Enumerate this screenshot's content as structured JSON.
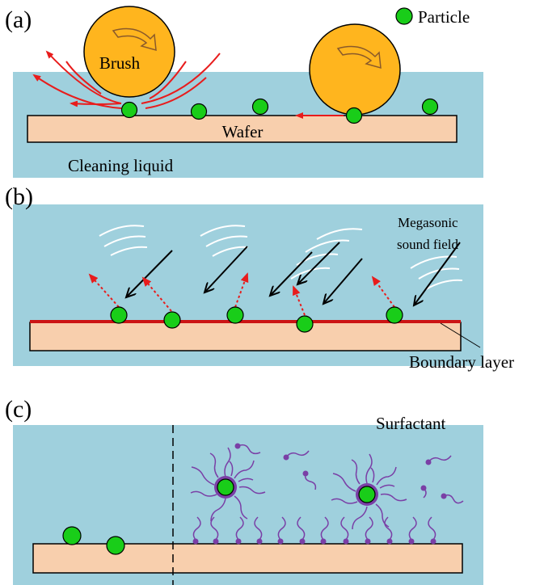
{
  "panels": {
    "a": {
      "label": "(a)",
      "brush_label": "Brush",
      "wafer_label": "Wafer",
      "liquid_label": "Cleaning liquid",
      "legend_label": "Particle"
    },
    "b": {
      "label": "(b)",
      "sound_label_line1": "Megasonic",
      "sound_label_line2": "sound field",
      "boundary_label": "Boundary layer"
    },
    "c": {
      "label": "(c)",
      "surfactant_label": "Surfactant"
    }
  },
  "colors": {
    "liquid": "#9fd0dd",
    "wafer": "#f8cfad",
    "brush": "#ffb51e",
    "particle": "#19cd19",
    "flow_arrow": "#e81c1c",
    "boundary_layer": "#cc1414",
    "surfactant": "#7a3fa6",
    "sound_wave": "#ffffff"
  }
}
